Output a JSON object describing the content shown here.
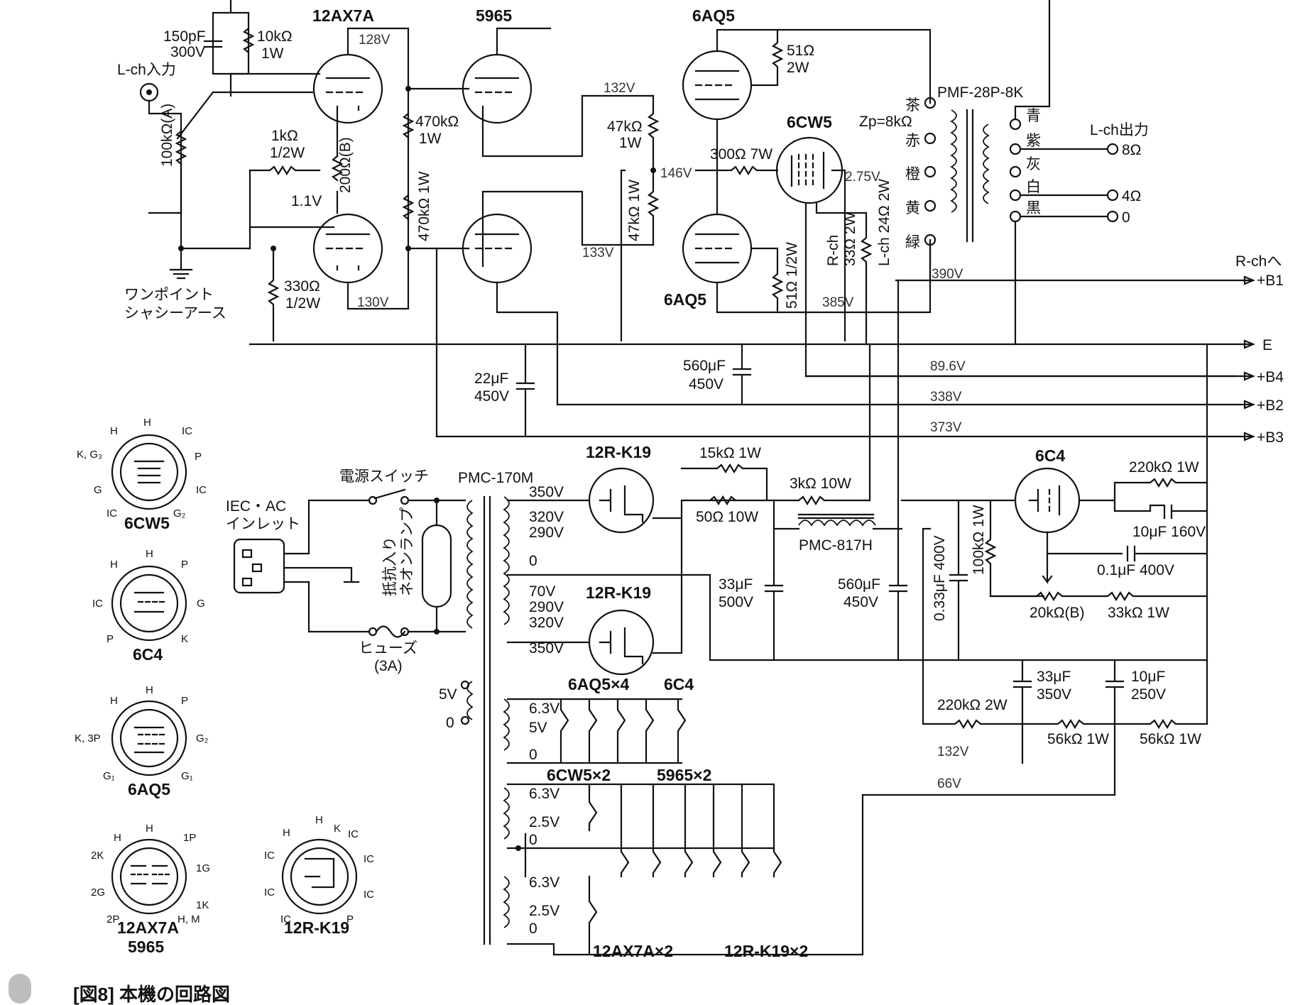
{
  "caption": "[図8] 本機の回路図",
  "colors": {
    "ink": "#111111",
    "paper": "#ffffff",
    "scroll_indicator": "#bdbdbd"
  },
  "tubes": {
    "v1": "12AX7A",
    "v2": "5965",
    "v3": "6AQ5",
    "v4": "6CW5",
    "v5": "6AQ5",
    "rect1": "12R-K19",
    "rect2": "12R-K19",
    "reg": "6C4"
  },
  "input": {
    "label": "L-ch入力",
    "pot": "100kΩ(A)",
    "ground": [
      "ワンポイント",
      "シャシーアース"
    ]
  },
  "components": {
    "c_in": [
      "150pF",
      "300V"
    ],
    "r_in": [
      "10kΩ",
      "1W"
    ],
    "r_1k": [
      "1kΩ",
      "1/2W"
    ],
    "pot_200": "200Ω(B)",
    "v_11": "1.1V",
    "r_330": [
      "330Ω",
      "1/2W"
    ],
    "r_470a": [
      "470kΩ",
      "1W"
    ],
    "r_470b": "470kΩ 1W",
    "r_47a": [
      "47kΩ",
      "1W"
    ],
    "r_47b": "47kΩ 1W",
    "r_300": "300Ω 7W",
    "r_51a": [
      "51Ω",
      "2W"
    ],
    "r_51b": "51Ω 1/2W",
    "r_33": [
      "R-ch",
      "33Ω 2W"
    ],
    "r_24": "L-ch 24Ω 2W",
    "zp": "Zp=8kΩ",
    "opt": "PMF-28P-8K",
    "c_22": [
      "22μF",
      "450V"
    ],
    "c_560a": [
      "560μF",
      "450V"
    ],
    "r_15k": "15kΩ 1W",
    "r_50": "50Ω 10W",
    "r_3k": "3kΩ 10W",
    "choke": "PMC-817H",
    "c_33a": [
      "33μF",
      "500V"
    ],
    "c_560b": [
      "560μF",
      "450V"
    ],
    "c_033": "0.33μF 400V",
    "r_100k": "100kΩ 1W",
    "r_220a": "220kΩ 1W",
    "c_10a": "10μF 160V",
    "c_01": "0.1μF 400V",
    "pot_20k": "20kΩ(B)",
    "r_33k": "33kΩ 1W",
    "r_220b": "220kΩ 2W",
    "c_33b": [
      "33μF",
      "350V"
    ],
    "c_10b": [
      "10μF",
      "250V"
    ],
    "r_56a": "56kΩ 1W",
    "r_56b": "56kΩ 1W"
  },
  "voltages": {
    "v128": "128V",
    "v130": "130V",
    "v132": "132V",
    "v133": "133V",
    "v146": "146V",
    "v275": "2.75V",
    "v385": "385V",
    "v390": "390V",
    "v896": "89.6V",
    "v338": "338V",
    "v373": "373V",
    "v132b": "132V",
    "v66": "66V"
  },
  "output": {
    "title": "L-ch出力",
    "to_r": "R-chへ",
    "taps": [
      "8Ω",
      "4Ω",
      "0"
    ],
    "pri_colors": [
      "茶",
      "赤",
      "橙",
      "黄",
      "緑"
    ],
    "sec_colors": [
      "青",
      "紫",
      "灰",
      "白",
      "黒"
    ]
  },
  "rails": [
    "+B1",
    "E",
    "+B4",
    "+B2",
    "+B3"
  ],
  "power": {
    "iec": [
      "IEC・AC",
      "インレット"
    ],
    "switch": "電源スイッチ",
    "neon": [
      "抵抗入り",
      "ネオンランプ"
    ],
    "fuse": [
      "ヒューズ",
      "(3A)"
    ],
    "transformer": "PMC-170M",
    "taps_hv": [
      "350V",
      "320V",
      "290V",
      "0",
      "70V",
      "290V",
      "320V",
      "350V"
    ],
    "taps_5v": [
      "5V",
      "0"
    ],
    "taps_h1": [
      "6.3V",
      "5V",
      "0"
    ],
    "taps_h2": [
      "6.3V",
      "2.5V",
      "0"
    ],
    "taps_h3": [
      "6.3V",
      "2.5V",
      "0"
    ],
    "heater_labels": [
      "6AQ5×4",
      "6C4",
      "6CW5×2",
      "5965×2",
      "12AX7A×2",
      "12R-K19×2"
    ]
  },
  "pinouts": [
    {
      "name": "6CW5",
      "pins": [
        "H",
        "IC",
        "P",
        "IC",
        "G₂",
        "IC",
        "G",
        "K, G₃",
        "H"
      ]
    },
    {
      "name": "6C4",
      "pins": [
        "H",
        "P",
        "G",
        "K",
        "P",
        "IC",
        "H"
      ]
    },
    {
      "name": "6AQ5",
      "pins": [
        "H",
        "P",
        "G₂",
        "G₁",
        "G₁",
        "K, 3P",
        "H"
      ]
    },
    {
      "name": "12AX7A",
      "name2": "5965",
      "pins": [
        "H",
        "1P",
        "1G",
        "1K",
        "H, M",
        "2P",
        "2G",
        "2K",
        "H"
      ]
    },
    {
      "name": "12R-K19",
      "pins": [
        "H",
        "IC",
        "IC",
        "IC",
        "P",
        "IC",
        "IC",
        "IC",
        "H",
        "K"
      ]
    }
  ]
}
